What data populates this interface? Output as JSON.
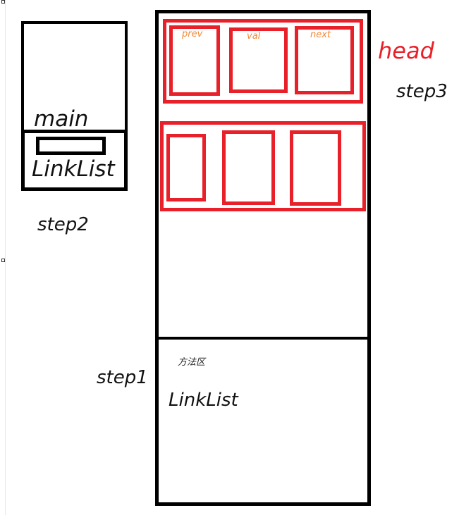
{
  "main_panel": {
    "label": "main",
    "linklist_label": "LinkList"
  },
  "heap_panel": {
    "head_label": "head",
    "head_fields": {
      "prev": "prev",
      "val": "val",
      "next": "next"
    }
  },
  "method_area": {
    "title": "方法区",
    "linklist_label": "LinkList"
  },
  "steps": {
    "step1": "step1",
    "step2": "step2",
    "step3": "step3"
  },
  "colors": {
    "outline": "#000000",
    "node": "#e8202a",
    "field_text": "#ef8a3c"
  }
}
